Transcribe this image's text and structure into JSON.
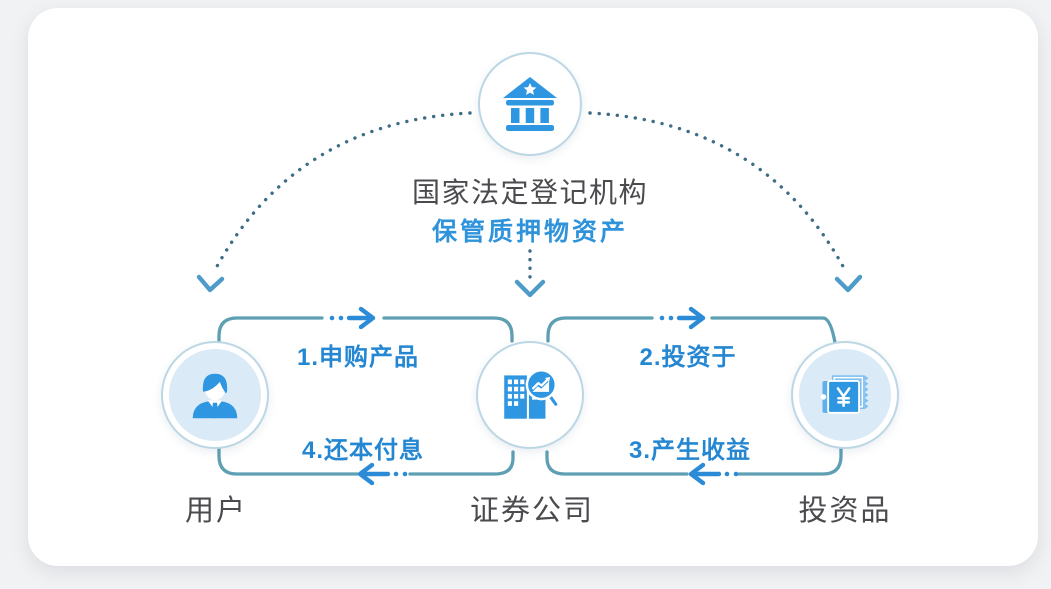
{
  "diagram": {
    "registry": {
      "label": "国家法定登记机构",
      "sublabel": "保管质押物资产",
      "icon": "bank-icon"
    },
    "nodes": {
      "user": {
        "label": "用户",
        "icon": "user-icon"
      },
      "securities": {
        "label": "证券公司",
        "icon": "securities-company-icon"
      },
      "investment": {
        "label": "投资品",
        "icon": "investment-icon"
      }
    },
    "steps": {
      "s1": "1.申购产品",
      "s2": "2.投资于",
      "s3": "3.产生收益",
      "s4": "4.还本付息"
    },
    "colors": {
      "icon_blue": "#2f97e2",
      "icon_light_blue": "#7fc0ee",
      "step_text_blue": "#2587d2",
      "rail_teal": "#5e9fb4",
      "arrow_blue": "#2b8bd6",
      "dotted_line": "#3e6e86",
      "chevron_blue": "#4d9bc8",
      "text_gray": "#4b4b4f",
      "node_fill": "#daeaf7",
      "node_border": "#bcd7e4"
    }
  }
}
